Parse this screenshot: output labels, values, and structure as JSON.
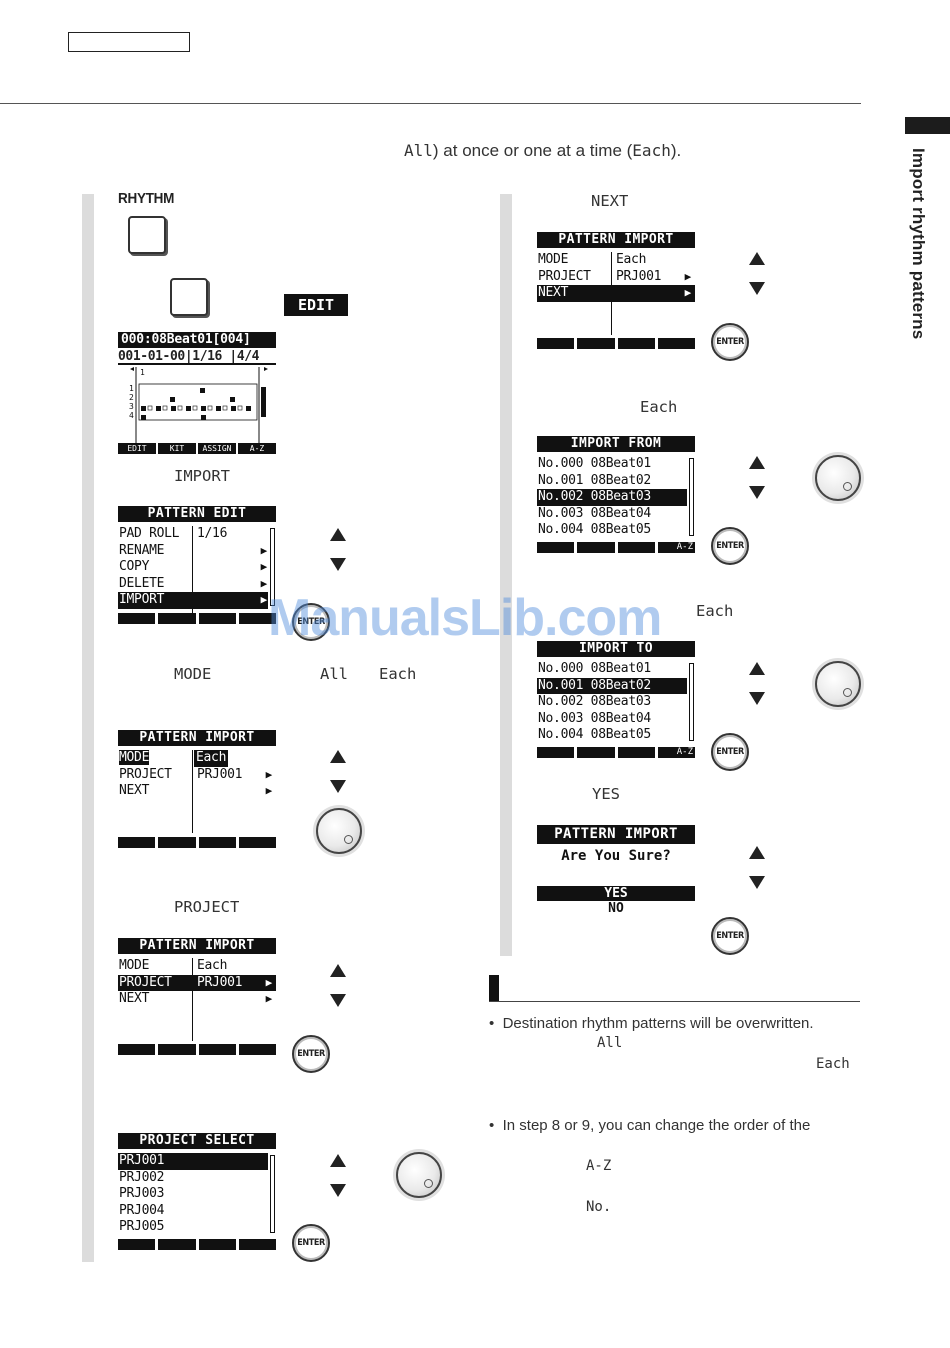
{
  "side_title": "Import rhythm patterns",
  "intro": {
    "all": "All",
    "text": ") at once or one at a time (",
    "each": "Each",
    "end": ")."
  },
  "rhythm_button_label": "RHYTHM",
  "edit_chip": "EDIT",
  "step_labels": {
    "import": "IMPORT",
    "mode": "MODE",
    "mode_all": "All",
    "mode_each": "Each",
    "project": "PROJECT",
    "next": "NEXT",
    "each_1": "Each",
    "each_2": "Each",
    "yes": "YES"
  },
  "rhythm_screen": {
    "line1": "000:08Beat01[004]",
    "line2": "001-01-00|1/16 |4/4",
    "marker": "1",
    "rows": [
      "1",
      "2",
      "3",
      "4"
    ],
    "fkeys": [
      "EDIT",
      "KIT",
      "ASSIGN",
      "A-Z"
    ]
  },
  "pattern_edit": {
    "title": "PATTERN EDIT",
    "rows": [
      {
        "label": "PAD ROLL",
        "value": "1/16",
        "selected": false
      },
      {
        "label": "RENAME",
        "value": "",
        "selected": false
      },
      {
        "label": "COPY",
        "value": "",
        "selected": false
      },
      {
        "label": "DELETE",
        "value": "",
        "selected": false
      },
      {
        "label": "IMPORT",
        "value": "",
        "selected": true
      }
    ]
  },
  "pattern_import_1": {
    "title": "PATTERN IMPORT",
    "rows": [
      {
        "label": "MODE",
        "value": "Each"
      },
      {
        "label": "PROJECT",
        "value": "PRJ001"
      },
      {
        "label": "NEXT",
        "value": ""
      }
    ]
  },
  "project_select": {
    "title": "PROJECT SELECT",
    "items": [
      "PRJ001",
      "PRJ002",
      "PRJ003",
      "PRJ004",
      "PRJ005"
    ]
  },
  "import_from": {
    "title": "IMPORT FROM",
    "items": [
      "No.000 08Beat01",
      "No.001 08Beat02",
      "No.002 08Beat03",
      "No.003 08Beat04",
      "No.004 08Beat05"
    ],
    "fkey": "A-Z"
  },
  "import_to": {
    "title": "IMPORT TO",
    "items": [
      "No.000 08Beat01",
      "No.001 08Beat02",
      "No.002 08Beat03",
      "No.003 08Beat04",
      "No.004 08Beat05"
    ],
    "fkey": "A-Z"
  },
  "confirm": {
    "title": "PATTERN IMPORT",
    "question": "Are You Sure?",
    "yes": "YES",
    "no": "NO"
  },
  "enter_label": "ENTER",
  "watermark": "ManualsLib.com",
  "notes": {
    "n1": "Destination rhythm patterns will be overwritten.",
    "n1_all": "All",
    "n1_each": "Each",
    "n2": "In step 8 or 9, you can change the order of the",
    "n2_az": "A-Z",
    "n2_no": "No."
  }
}
